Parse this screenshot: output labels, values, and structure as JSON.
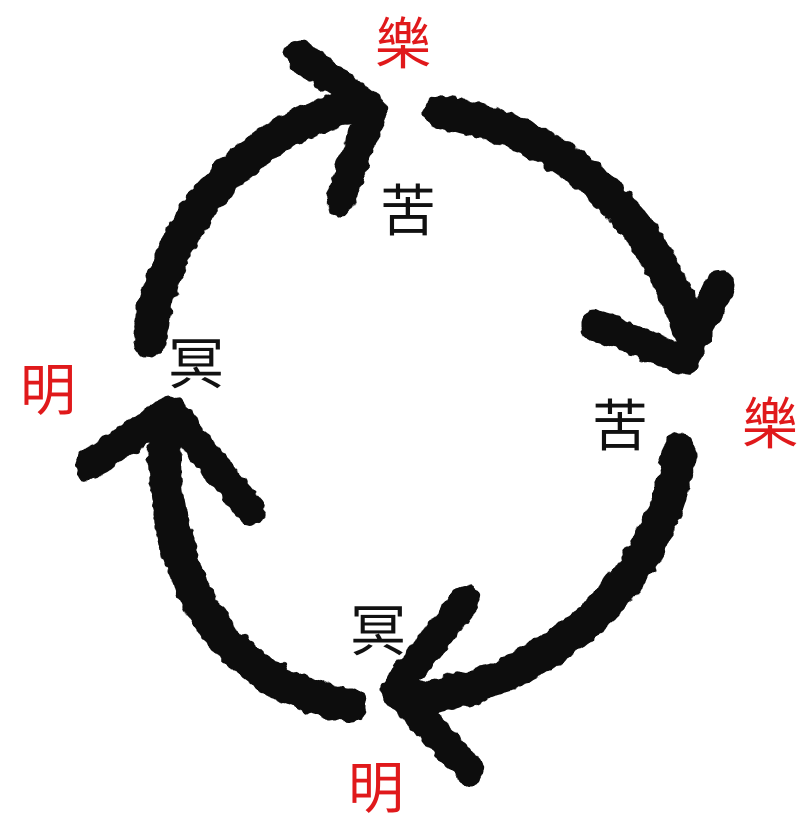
{
  "colors": {
    "arrow": "#111111",
    "accent_red": "#e0191b",
    "label_black": "#111111",
    "background": "#ffffff"
  },
  "labels": {
    "top_red": "樂",
    "top_inner": "苦",
    "right_red": "樂",
    "right_inner": "苦",
    "bottom_red": "明",
    "bottom_inner": "冥",
    "left_red": "明",
    "left_inner": "冥"
  },
  "arrows": [
    {
      "name": "arrow-top-left",
      "direction": "clockwise"
    },
    {
      "name": "arrow-top-right",
      "direction": "clockwise"
    },
    {
      "name": "arrow-bottom-right",
      "direction": "clockwise"
    },
    {
      "name": "arrow-bottom-left",
      "direction": "clockwise"
    }
  ]
}
